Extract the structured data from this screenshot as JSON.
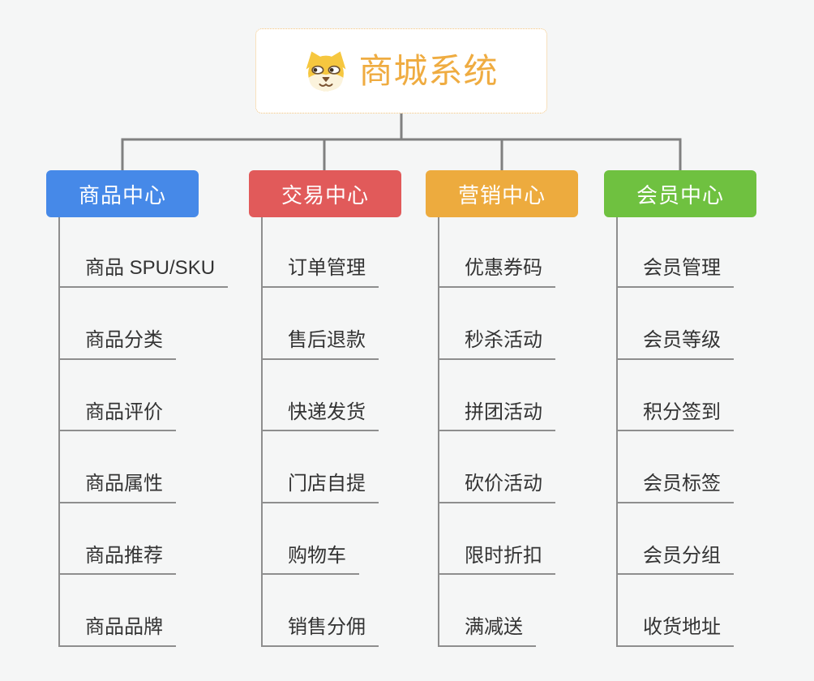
{
  "root": {
    "title": "商城系统",
    "title_color": "#EFAC41",
    "icon": "dog-face-icon"
  },
  "branches": [
    {
      "id": "product-center",
      "label": "商品中心",
      "color": "#4689E8",
      "children": [
        "商品 SPU/SKU",
        "商品分类",
        "商品评价",
        "商品属性",
        "商品推荐",
        "商品品牌"
      ]
    },
    {
      "id": "trade-center",
      "label": "交易中心",
      "color": "#E15A5A",
      "children": [
        "订单管理",
        "售后退款",
        "快递发货",
        "门店自提",
        "购物车",
        "销售分佣"
      ]
    },
    {
      "id": "marketing-center",
      "label": "营销中心",
      "color": "#EDAB3E",
      "children": [
        "优惠券码",
        "秒杀活动",
        "拼团活动",
        "砍价活动",
        "限时折扣",
        "满减送"
      ]
    },
    {
      "id": "member-center",
      "label": "会员中心",
      "color": "#6FC140",
      "children": [
        "会员管理",
        "会员等级",
        "积分签到",
        "会员标签",
        "会员分组",
        "收货地址"
      ]
    }
  ],
  "colors": {
    "background": "#f5f6f6",
    "connector": "#808080",
    "leaf_line": "#8e8e8e",
    "leaf_text": "#333333",
    "root_border": "#f2c37d"
  }
}
